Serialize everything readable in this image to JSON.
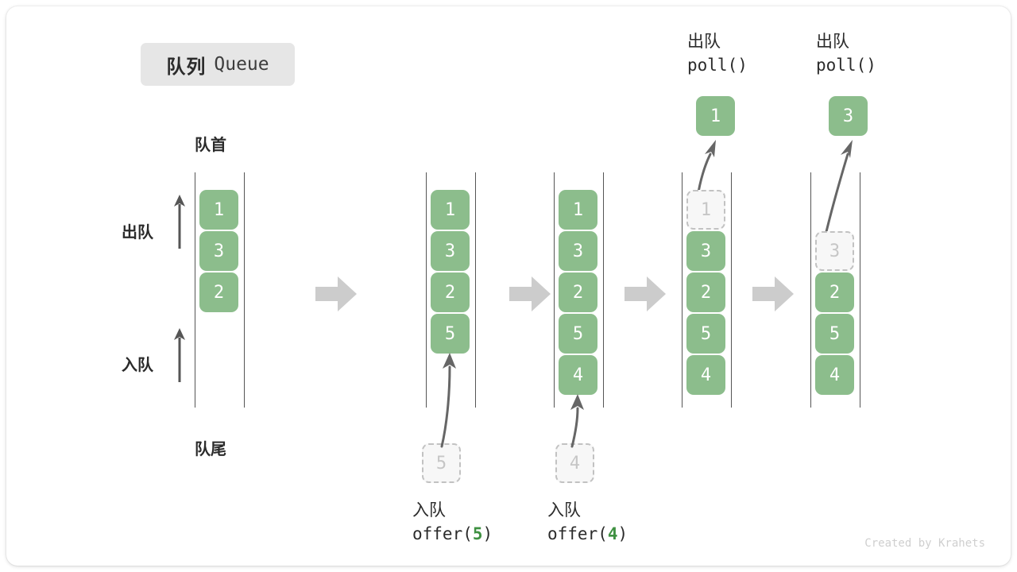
{
  "title": {
    "cn": "队列",
    "en": "Queue"
  },
  "labels": {
    "head": "队首",
    "tail": "队尾",
    "dequeue_side": "出队",
    "enqueue_side": "入队"
  },
  "colors": {
    "cell_fill": "#8cbd8c",
    "cell_text": "#ffffff",
    "ghost_fill": "#f7f7f7",
    "ghost_border": "#c2c2c2",
    "ghost_text": "#c6c6c6",
    "rail": "#555555",
    "arrow": "#666666",
    "step_arrow": "#cccccc",
    "accent_code": "#3f9142",
    "title_pill": "#e6e6e6"
  },
  "steps": [
    {
      "id": "initial",
      "cells": [
        "1",
        "3",
        "2"
      ],
      "ghost_index": null,
      "caption": null,
      "incoming": null,
      "popped": null
    },
    {
      "id": "offer-5",
      "cells": [
        "1",
        "3",
        "2",
        "5"
      ],
      "ghost_index": null,
      "caption": {
        "cn": "入队",
        "code_prefix": "offer(",
        "code_value": "5",
        "code_suffix": ")"
      },
      "incoming": "5",
      "popped": null
    },
    {
      "id": "offer-4",
      "cells": [
        "1",
        "3",
        "2",
        "5",
        "4"
      ],
      "ghost_index": null,
      "caption": {
        "cn": "入队",
        "code_prefix": "offer(",
        "code_value": "4",
        "code_suffix": ")"
      },
      "incoming": "4",
      "popped": null
    },
    {
      "id": "poll-1",
      "cells": [
        "1",
        "3",
        "2",
        "5",
        "4"
      ],
      "ghost_index": 0,
      "caption": {
        "cn": "出队",
        "code_prefix": "poll(",
        "code_value": "",
        "code_suffix": ")"
      },
      "incoming": null,
      "popped": "1"
    },
    {
      "id": "poll-3",
      "cells": [
        "",
        "3",
        "2",
        "5",
        "4"
      ],
      "ghost_index": 1,
      "caption": {
        "cn": "出队",
        "code_prefix": "poll(",
        "code_value": "",
        "code_suffix": ")"
      },
      "incoming": null,
      "popped": "3"
    }
  ],
  "footer": {
    "credit": "Created by Krahets"
  }
}
